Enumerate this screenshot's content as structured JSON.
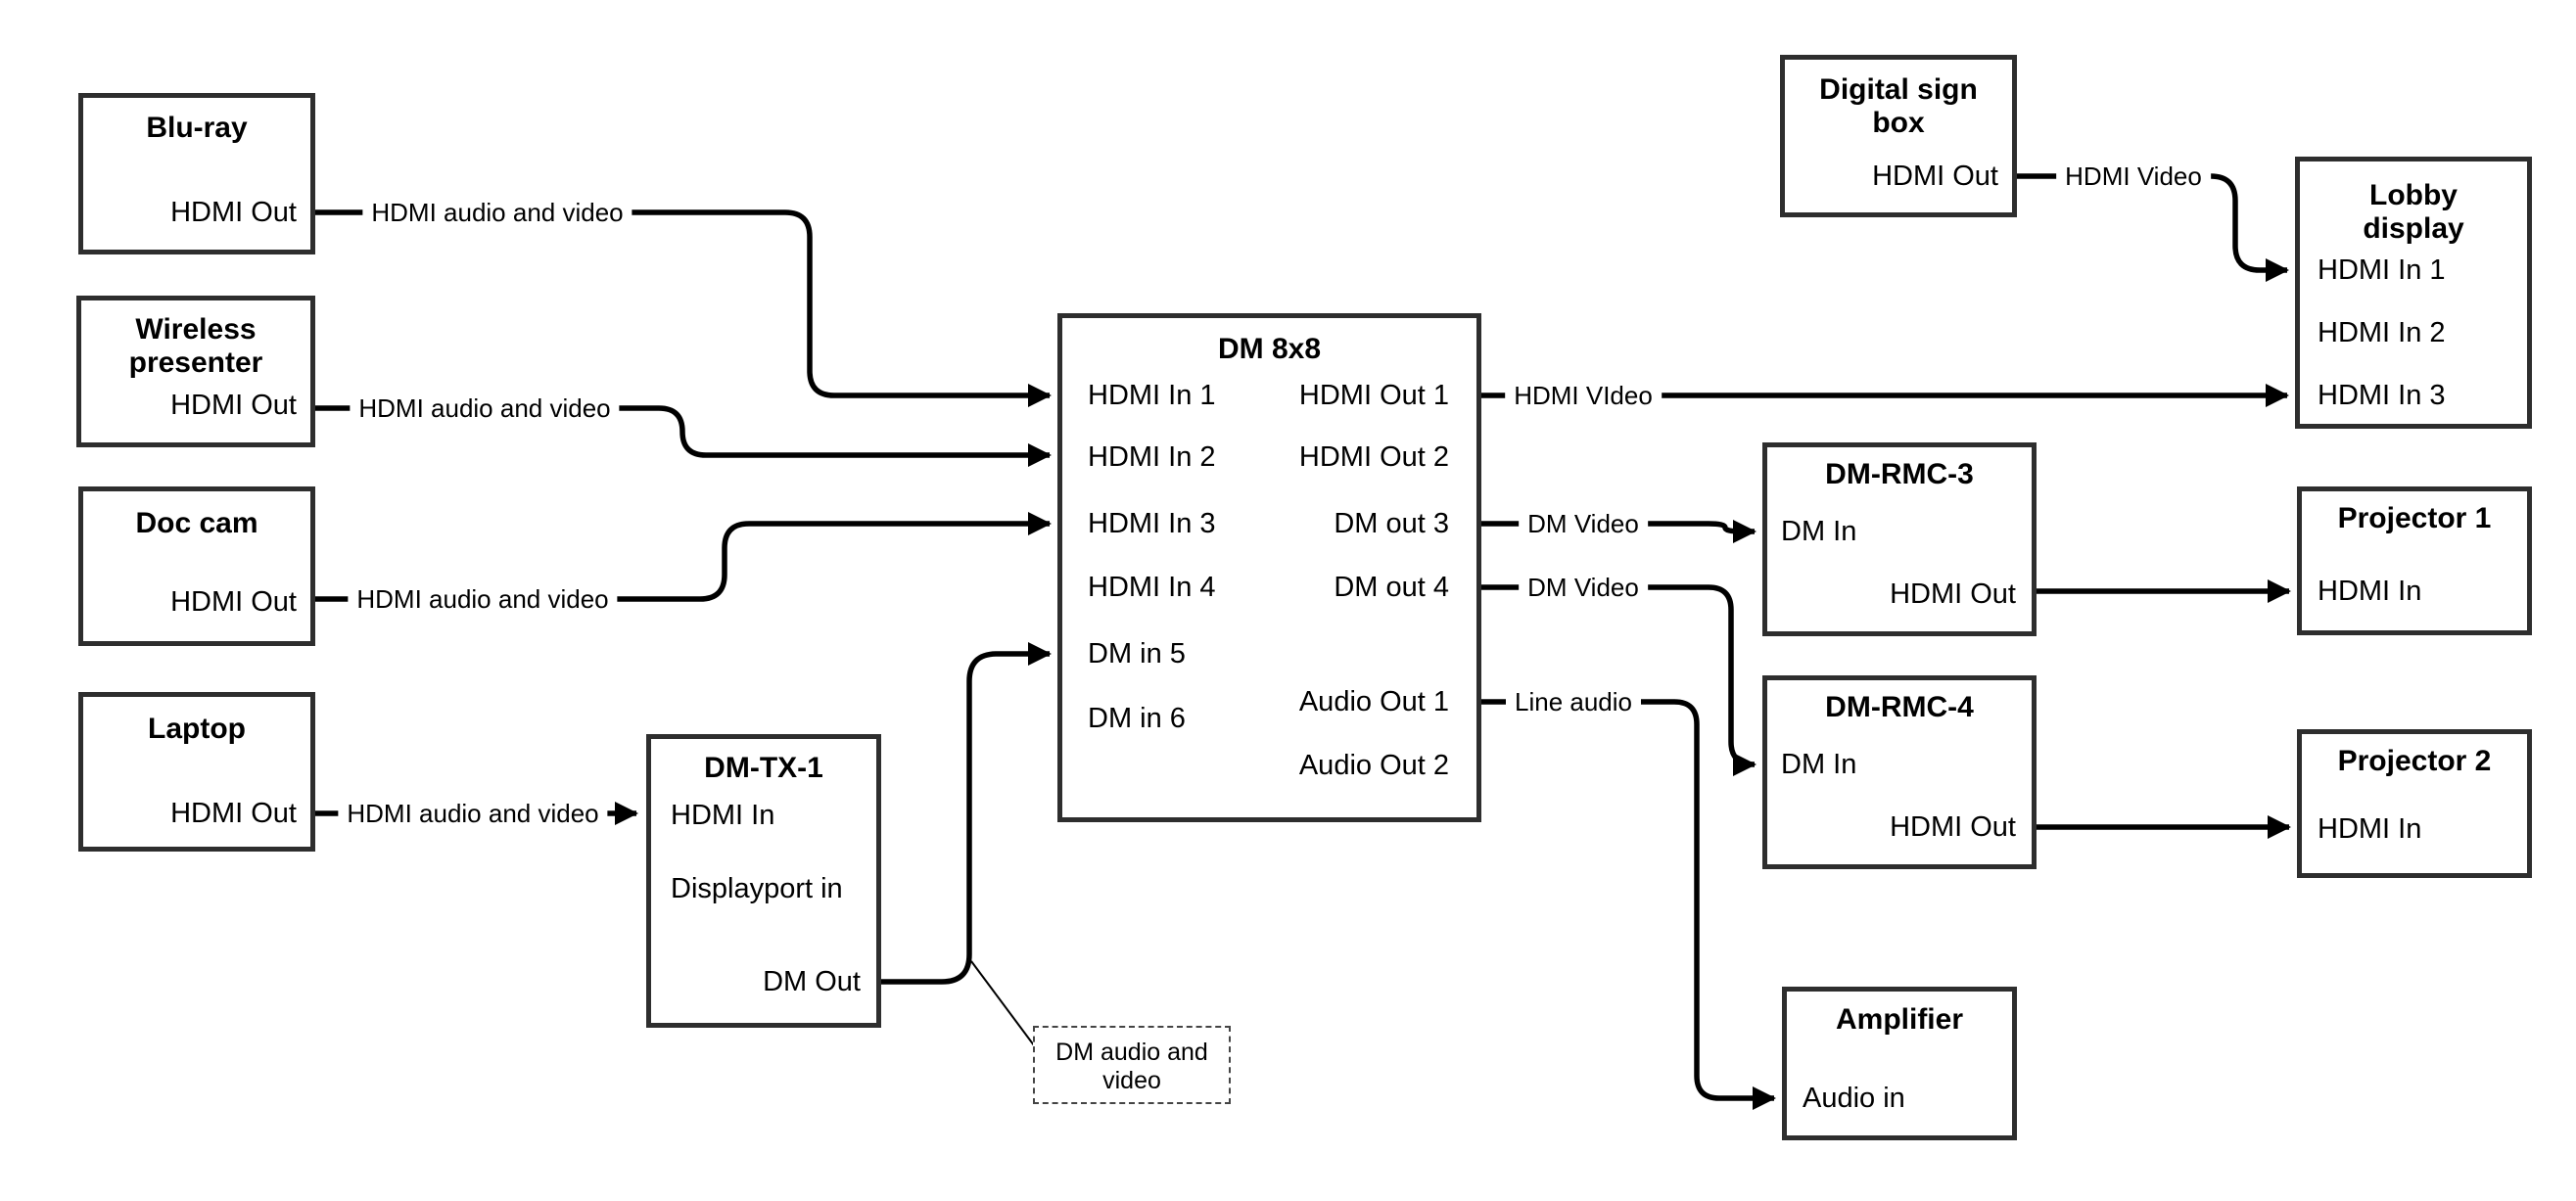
{
  "diagram": {
    "background_color": "#ffffff",
    "connector_color": "#000000",
    "box_border_color": "#2e2e2e",
    "type": "av-signal-flow-diagram"
  },
  "nodes": {
    "bluray": {
      "title": "Blu-ray",
      "ports": [
        {
          "label": "HDMI Out"
        }
      ]
    },
    "wireless": {
      "title": "Wireless\npresenter",
      "ports": [
        {
          "label": "HDMI Out"
        }
      ]
    },
    "doccam": {
      "title": "Doc cam",
      "ports": [
        {
          "label": "HDMI Out"
        }
      ]
    },
    "laptop": {
      "title": "Laptop",
      "ports": [
        {
          "label": "HDMI Out"
        }
      ]
    },
    "dmtx1": {
      "title": "DM-TX-1",
      "ports": [
        {
          "label": "HDMI In"
        },
        {
          "label": "Displayport in"
        },
        {
          "label": "DM Out"
        }
      ]
    },
    "dm8x8": {
      "title": "DM 8x8",
      "ports": [
        {
          "label": "HDMI In 1"
        },
        {
          "label": "HDMI In 2"
        },
        {
          "label": "HDMI In 3"
        },
        {
          "label": "HDMI In 4"
        },
        {
          "label": "DM in 5"
        },
        {
          "label": "DM in 6"
        },
        {
          "label": "HDMI Out 1"
        },
        {
          "label": "HDMI Out 2"
        },
        {
          "label": "DM out 3"
        },
        {
          "label": "DM out 4"
        },
        {
          "label": "Audio Out 1"
        },
        {
          "label": "Audio Out 2"
        }
      ]
    },
    "digitalsign": {
      "title": "Digital sign\nbox",
      "ports": [
        {
          "label": "HDMI Out"
        }
      ]
    },
    "lobby": {
      "title": "Lobby\ndisplay",
      "ports": [
        {
          "label": "HDMI In 1"
        },
        {
          "label": "HDMI In 2"
        },
        {
          "label": "HDMI In 3"
        }
      ]
    },
    "dmrmc3": {
      "title": "DM-RMC-3",
      "ports": [
        {
          "label": "DM In"
        },
        {
          "label": "HDMI Out"
        }
      ]
    },
    "proj1": {
      "title": "Projector 1",
      "ports": [
        {
          "label": "HDMI In"
        }
      ]
    },
    "dmrmc4": {
      "title": "DM-RMC-4",
      "ports": [
        {
          "label": "DM In"
        },
        {
          "label": "HDMI Out"
        }
      ]
    },
    "proj2": {
      "title": "Projector 2",
      "ports": [
        {
          "label": "HDMI In"
        }
      ]
    },
    "amplifier": {
      "title": "Amplifier",
      "ports": [
        {
          "label": "Audio in"
        }
      ]
    }
  },
  "note": {
    "text": "DM audio and\nvideo"
  },
  "edges": [
    {
      "from": "Blu-ray / HDMI Out",
      "to": "DM 8x8 / HDMI In 1",
      "label": "HDMI audio and video"
    },
    {
      "from": "Wireless presenter / HDMI Out",
      "to": "DM 8x8 / HDMI In 2",
      "label": "HDMI audio and video"
    },
    {
      "from": "Doc cam / HDMI Out",
      "to": "DM 8x8 / HDMI In 3",
      "label": "HDMI audio and video"
    },
    {
      "from": "Laptop / HDMI Out",
      "to": "DM-TX-1 / HDMI In",
      "label": "HDMI audio and video"
    },
    {
      "from": "DM-TX-1 / DM Out",
      "to": "DM 8x8 / DM in 5",
      "label": ""
    },
    {
      "from": "DM 8x8 / HDMI Out 1",
      "to": "Lobby display / HDMI In 3",
      "label": "HDMI VIdeo"
    },
    {
      "from": "DM 8x8 / DM out 3",
      "to": "DM-RMC-3 / DM In",
      "label": "DM Video"
    },
    {
      "from": "DM 8x8 / DM out 4",
      "to": "DM-RMC-4 / DM In",
      "label": "DM Video"
    },
    {
      "from": "DM 8x8 / Audio Out 1",
      "to": "Amplifier / Audio in",
      "label": "Line audio"
    },
    {
      "from": "Digital sign box / HDMI Out",
      "to": "Lobby display / HDMI In 1",
      "label": "HDMI Video"
    },
    {
      "from": "DM-RMC-3 / HDMI Out",
      "to": "Projector 1 / HDMI In",
      "label": ""
    },
    {
      "from": "DM-RMC-4 / HDMI Out",
      "to": "Projector 2 / HDMI In",
      "label": ""
    }
  ]
}
